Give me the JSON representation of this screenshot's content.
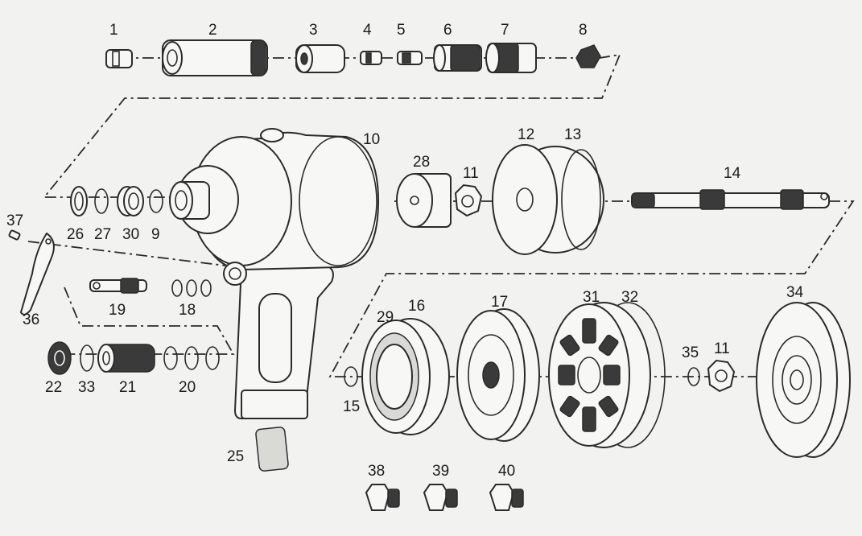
{
  "diagram": {
    "part_numbers": [
      "1",
      "2",
      "3",
      "4",
      "5",
      "6",
      "7",
      "8",
      "9",
      "10",
      "11",
      "11",
      "12",
      "13",
      "14",
      "15",
      "16",
      "17",
      "18",
      "19",
      "20",
      "21",
      "22",
      "25",
      "26",
      "27",
      "28",
      "29",
      "30",
      "31",
      "32",
      "33",
      "34",
      "35",
      "36",
      "37",
      "38",
      "39",
      "40"
    ]
  }
}
